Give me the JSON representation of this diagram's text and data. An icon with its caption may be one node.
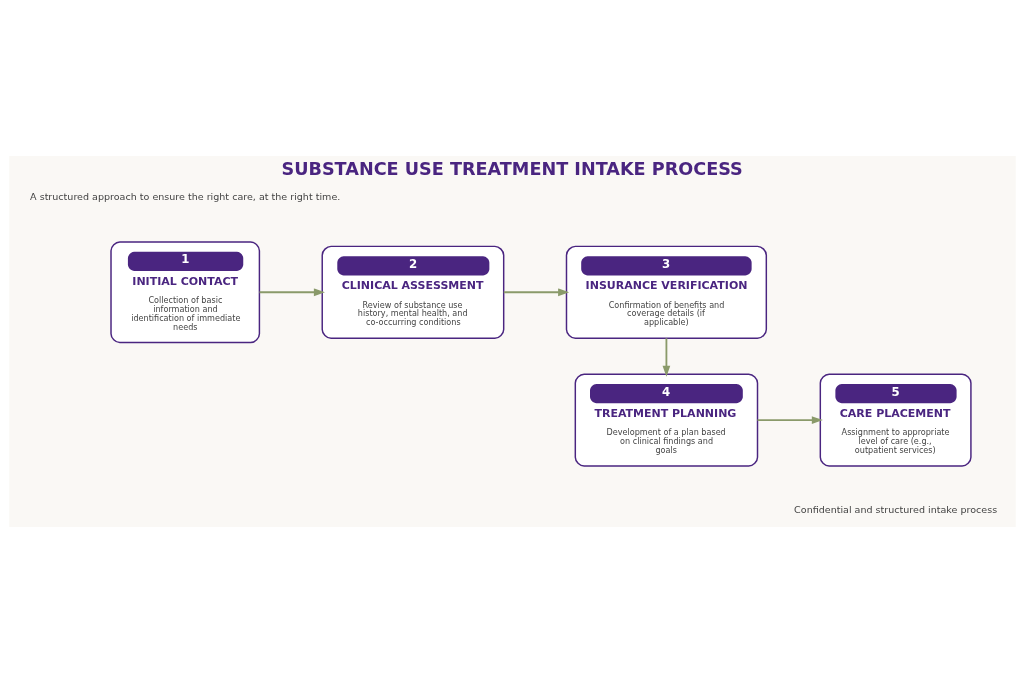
{
  "diagram": {
    "title": "SUBSTANCE USE TREATMENT INTAKE PROCESS",
    "nodes": [
      {
        "text": [
          "1",
          "INITIAL CONTACT",
          "Collection of basic information and identification of immediate needs"
        ]
      },
      {
        "text": [
          "2",
          "CLINICAL ASSESSMENT",
          "Review of substance use history, mental health, and co-occurring conditions"
        ]
      },
      {
        "text": [
          "3",
          "INSURANCE VERIFICATION",
          "Confirmation of benefits and coverage details (if applicable)"
        ]
      },
      {
        "text": [
          "4",
          "TREATMENT PLANNING",
          "Development of a plan based on clinical findings and goals"
        ]
      },
      {
        "text": [
          "5",
          "CARE PLACEMENT",
          "Assignment to appropriate level of care (e.g., outpatient services)"
        ]
      }
    ],
    "edges": [
      {
        "from": 0,
        "to": 1,
        "arrow": "to"
      },
      {
        "from": 1,
        "to": 2,
        "arrow": "to"
      },
      {
        "from": 2,
        "to": 3,
        "arrow": "to"
      },
      {
        "from": 3,
        "to": 4,
        "arrow": "to"
      }
    ],
    "labels": [
      "A structured approach to ensure the right care, at the right time.",
      "Confidential and structured intake process"
    ]
  }
}
